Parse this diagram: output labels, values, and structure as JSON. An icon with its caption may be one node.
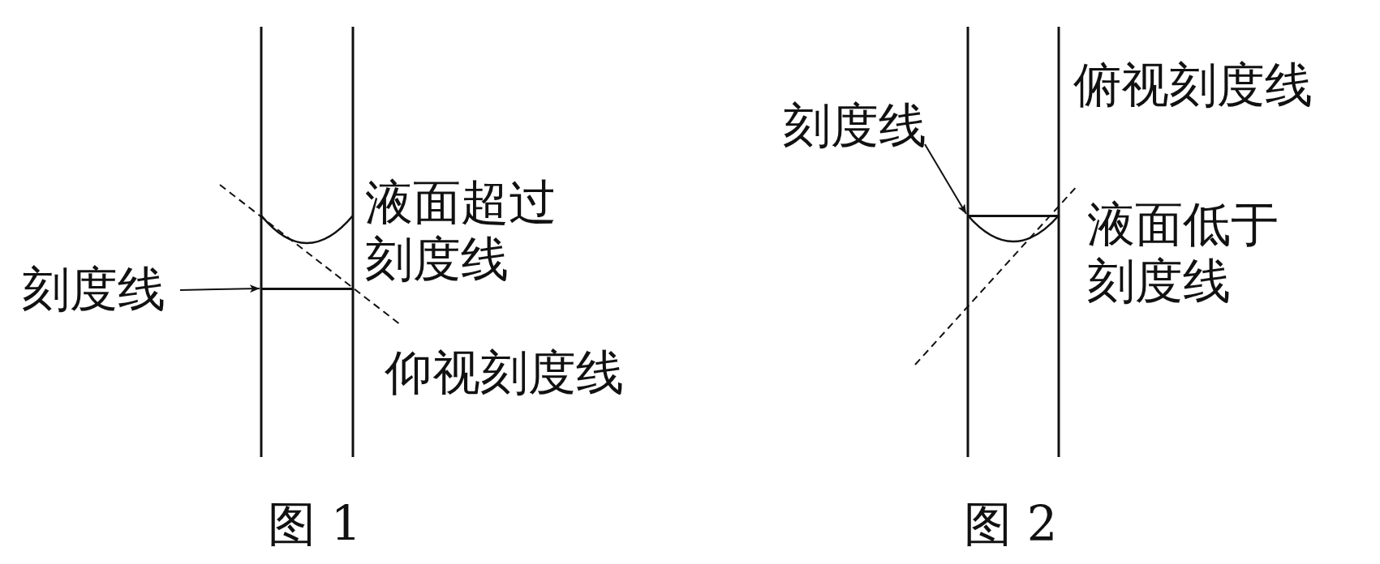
{
  "diagram": {
    "nodes": [
      {
        "text": [
          "刻度线"
        ]
      },
      {
        "text": [],
        "shape": "line"
      },
      {
        "text": [
          "刻度线"
        ]
      },
      {
        "text": [],
        "shape": "line"
      }
    ],
    "edges": [
      {
        "from": 0,
        "to": 1,
        "arrow": "to"
      },
      {
        "from": 2,
        "to": 3,
        "arrow": "to"
      }
    ],
    "labels": [
      "液面超过刻度线",
      "仰视刻度线",
      "图 1",
      "俯视刻度线",
      "液面低于刻度线",
      "图 2"
    ]
  }
}
